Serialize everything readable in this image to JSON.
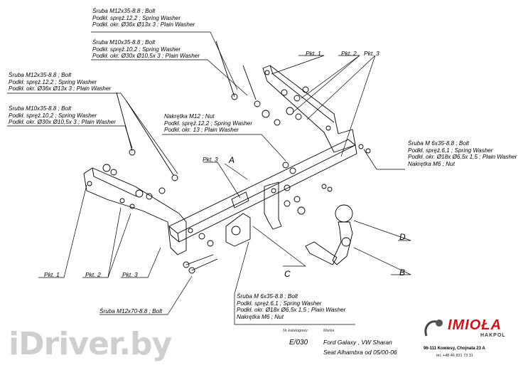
{
  "labels": {
    "top1": [
      "Śruba M12x35-8.8 ; Bolt",
      "Podkł. spręż.12,2 ; Spring Washer",
      "Podkł. okr.  Ø36x Ø13x 3 ; Plain Washer"
    ],
    "top2": [
      "Śruba M10x35-8.8 ; Bolt",
      "Podkł. spręż.10,2 ; Spring Washer",
      "Podkł. okr.  Ø30x Ø10,5x 3 ; Plain Washer"
    ],
    "left1": [
      "Śruba M12x35-8.8 ;  Bolt",
      "Podkł. spręż.12,2 ; Spring Washer",
      "Podkł. okr.  Ø36x Ø13x 3 ; Plain Washer"
    ],
    "left2": [
      "Śruba M10x35-8.8 ;  Bolt",
      "Podkł. spręż.10,2 ; Spring Washer",
      "Podkł. okr.  Ø30x Ø10,5x 3 ; Plain Washer"
    ],
    "nut12": [
      "Nakrętka  M12 ; Nut",
      "Podkł. spręż.12,2 ; Spring Washer",
      "Podkł. okr. 13 ; Plain Washer"
    ],
    "right6": [
      "Śruba M 6x35-8.8 ;  Bolt",
      "Podkł. spręż.6,1 ; Spring Washer",
      "Podkł. okr.  Ø18x Ø6,5x 1,5 ; Plain Washer",
      "Nakrętka  M6 ; Nut"
    ],
    "bottom6": [
      "Śruba M 6x35-8.8 ;  Bolt",
      "Podkł. spręż.6,1 ;  Spring Washer",
      "Podkł. okr.  Ø18x Ø6,5x 1,5 ; Plain Washer",
      "Nakrętka  M6 ; Nut"
    ],
    "bolt70": "Śruba M12x70-8.8 ;  Bolt"
  },
  "pkt": {
    "p1": "Pkt. 1",
    "p2": "Pkt. 2",
    "p3": "Pkt. 3"
  },
  "letters": {
    "a": "A",
    "b": "B",
    "c": "C",
    "d": "D"
  },
  "titleblock": {
    "catalog_label": "Nr katalogowy",
    "catalog_value": "E/030",
    "make_label": "Marka",
    "make_line1": "Ford Galaxy , VW Sharan",
    "make_line2": "Seat Alhambra     od  05/00-06"
  },
  "brand": {
    "name": "IMIOŁA",
    "sub": "HAKPOL",
    "address": "96-111 Kowiesy, Chojnata 23 A",
    "phone": "tel. +48 46 831 73 31"
  },
  "watermark": "iDriver.by"
}
